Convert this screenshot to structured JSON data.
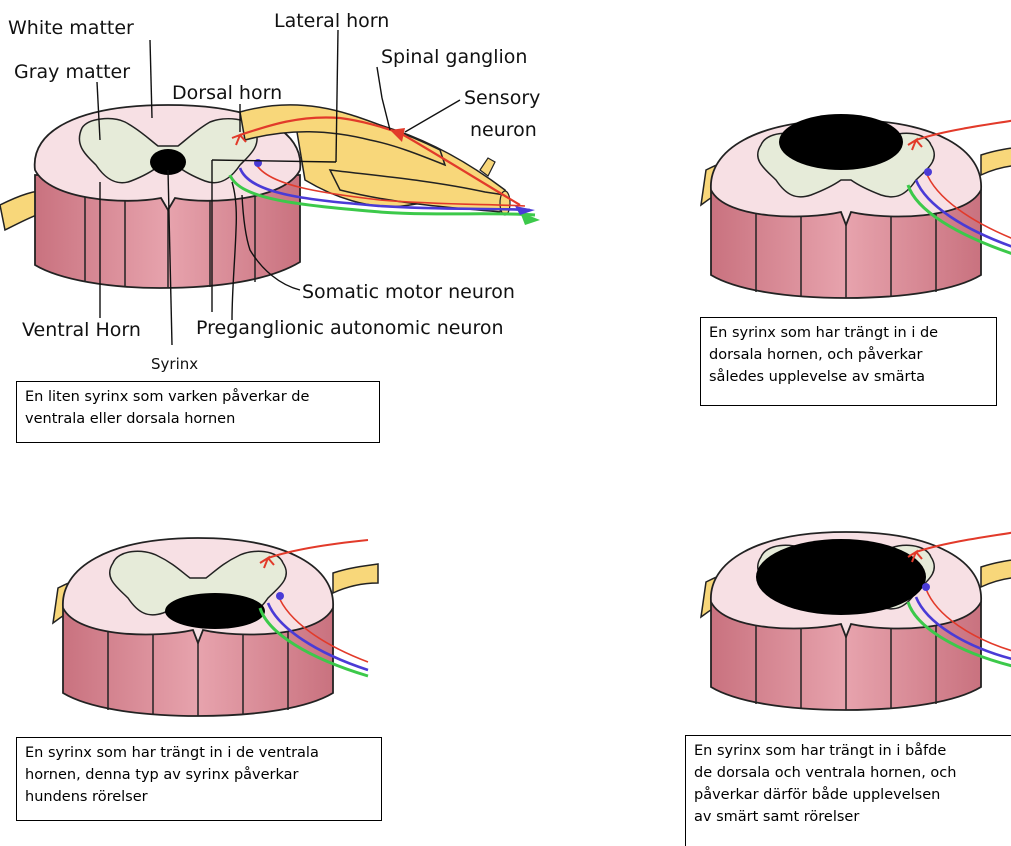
{
  "labels": {
    "white_matter": "White matter",
    "gray_matter": "Gray matter",
    "lateral_horn": "Lateral horn",
    "dorsal_horn": "Dorsal horn",
    "spinal_ganglion": "Spinal ganglion",
    "sensory_neuron_line1": "Sensory",
    "sensory_neuron_line2": "neuron",
    "somatic_motor_neuron": "Somatic motor neuron",
    "ventral_horn": "Ventral Horn",
    "preganglionic_autonomic_neuron": "Preganglionic autonomic neuron",
    "syrinx": "Syrinx"
  },
  "captions": {
    "small_syrinx": [
      "En liten syrinx som varken påverkar de",
      "ventrala eller dorsala hornen"
    ],
    "dorsal_syrinx": [
      "En syrinx som har trängt in i de",
      "dorsala hornen, och påverkar",
      "således upplevelse av smärta"
    ],
    "ventral_syrinx": [
      "En syrinx som har trängt in i de ventrala",
      "hornen, denna typ av syrinx påverkar",
      "hundens rörelser"
    ],
    "both_syrinx": [
      "En syrinx som har trängt in i båfde",
      "de dorsala och ventrala hornen, och",
      "påverkar därför både upplevelsen",
      "av smärt samt rörelser"
    ]
  },
  "colors": {
    "white_matter": "#f7e0e4",
    "gray_matter": "#e6ebd9",
    "root_muscle": "#d98f9b",
    "nerve_yellow": "#f8d77a",
    "syrinx": "#000000",
    "sensory_red": "#e23a2a",
    "motor_blue": "#4a3bd6",
    "autonomic_green": "#3cc94a"
  }
}
